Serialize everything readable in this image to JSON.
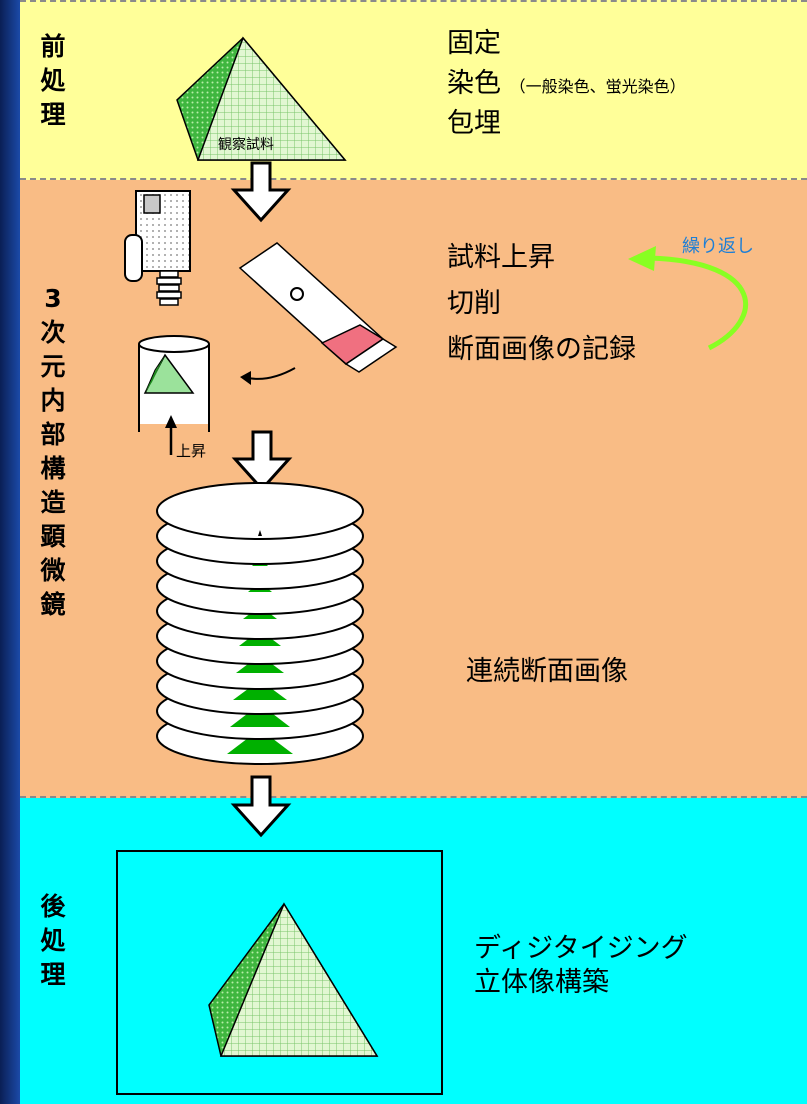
{
  "sections": {
    "preprocess": {
      "label": "前処理",
      "specimen_label": "観察試料",
      "steps": [
        "固定",
        "染色",
        "包埋"
      ],
      "stain_note": "（一般染色、蛍光染色）"
    },
    "microscope": {
      "label": "3次元内部構造顕微鏡",
      "steps": [
        "試料上昇",
        "切削",
        "断面画像の記録"
      ],
      "repeat_label": "繰り返し",
      "rise_label": "上昇",
      "serial_label": "連続断面画像"
    },
    "postprocess": {
      "label": "後処理",
      "steps": [
        "ディジタイジング",
        "立体像構築"
      ]
    }
  },
  "colors": {
    "preprocess_bg": "#ffff99",
    "microscope_bg": "#f9bc85",
    "postprocess_bg": "#00ffff",
    "pyramid_green": "#00b000",
    "pyramid_pale": "#d9f5c4",
    "repeat_arrow": "#88ff22",
    "blade_pink": "#f07080"
  }
}
